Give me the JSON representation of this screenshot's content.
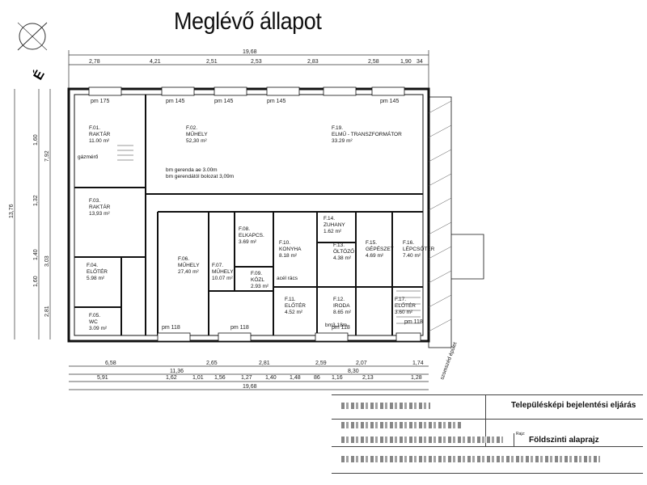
{
  "title": "Meglévő állapot",
  "north_mark": "É",
  "total_width_label": "19,68",
  "overall_height_label": "13,76",
  "top_dims": [
    "2,78",
    "4,21",
    "2,51",
    "2,53",
    "2,83",
    "2,58",
    "1,90",
    "34"
  ],
  "bottom_dims_1": [
    "6,58",
    "2,65",
    "2,81",
    "2,59",
    "2,07",
    "1,74"
  ],
  "bottom_dims_2": [
    "11,36",
    "8,30"
  ],
  "bottom_dims_3": [
    "5,91",
    "1,62",
    "1,01",
    "1,56",
    "1,27",
    "1,40",
    "1,48",
    "86",
    "1,16",
    "2,13",
    "1,28"
  ],
  "left_dims": [
    "1,60",
    "7,92",
    "1,32",
    "3,03",
    "1,40",
    "1,60",
    "2,81"
  ],
  "rooms": [
    {
      "code": "F.01.",
      "name": "RAKTÁR",
      "area": "11.00 m²"
    },
    {
      "code": "F.02.",
      "name": "MŰHELY",
      "area": "52,30 m²"
    },
    {
      "code": "F.19.",
      "name": "ELMŰ - TRANSZFORMÁTOR",
      "area": "33.29 m²"
    },
    {
      "code": "F.03.",
      "name": "RAKTÁR",
      "area": "13,93 m²"
    },
    {
      "code": "F.04.",
      "name": "ELŐTÉR",
      "area": "5.98 m²"
    },
    {
      "code": "F.05.",
      "name": "WC",
      "area": "3.09 m²"
    },
    {
      "code": "F.06.",
      "name": "MŰHELY",
      "area": "27,40 m²"
    },
    {
      "code": "F.07.",
      "name": "MŰHELY",
      "area": "10.07 m²"
    },
    {
      "code": "F.08.",
      "name": "ELKAPCS.",
      "area": "3.69 m²"
    },
    {
      "code": "F.09.",
      "name": "KÖZL",
      "area": "2.93 m²"
    },
    {
      "code": "F.10.",
      "name": "KONYHA",
      "area": "8.18 m²"
    },
    {
      "code": "F.11.",
      "name": "ELŐTÉR",
      "area": "4.52 m²"
    },
    {
      "code": "F.12.",
      "name": "IRODA",
      "area": "8.65 m²"
    },
    {
      "code": "F.13.",
      "name": "ÖLTÖZŐ",
      "area": "4.38 m²"
    },
    {
      "code": "F.14.",
      "name": "ZUHANY",
      "area": "1.62 m²"
    },
    {
      "code": "F.15.",
      "name": "GÉPÉSZET",
      "area": "4.69 m²"
    },
    {
      "code": "F.16.",
      "name": "LÉPCSŐTÉR",
      "area": "7.40 m²"
    },
    {
      "code": "F.17.",
      "name": "ELŐTÉR",
      "area": "3.60 m²"
    }
  ],
  "notes": {
    "girder_1": "bm gerenda ae 3.00m",
    "girder_2": "bm gerendától bolozat 3,09m",
    "gas_meter": "gázmérő",
    "steel_grate": "acél rács",
    "bm": "bm3,18m",
    "adjacent": "szomszéd épület"
  },
  "window_labels": [
    "pm 175",
    "pm 145",
    "pm 145",
    "pm 145",
    "pm 145",
    "pm 118",
    "pm 118",
    "pm 118",
    "pm 118"
  ],
  "title_block": {
    "line1": "Településképi bejelentési eljárás",
    "line2": "Földszinti alaprajz",
    "small": "Rajz:"
  }
}
